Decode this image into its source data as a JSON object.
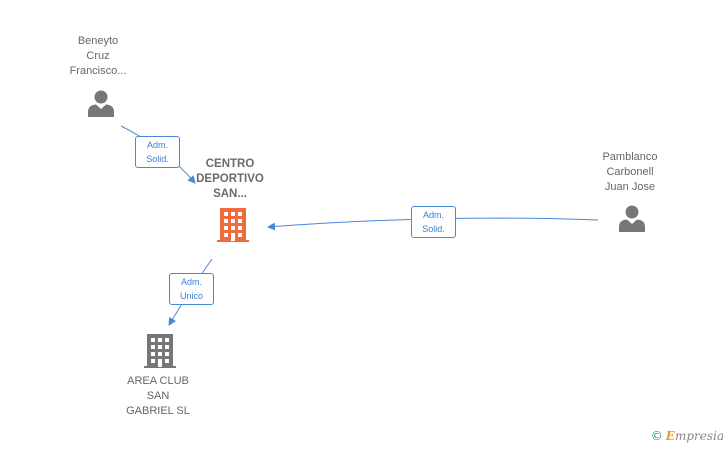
{
  "nodes": {
    "beneyto": {
      "lines": [
        "Beneyto",
        "Cruz",
        "Francisco..."
      ],
      "icon": "person-icon"
    },
    "centro": {
      "lines": [
        "CENTRO",
        "DEPORTIVO",
        "SAN..."
      ],
      "icon": "building-icon"
    },
    "pamblanco": {
      "lines": [
        "Pamblanco",
        "Carbonell",
        "Juan Jose"
      ],
      "icon": "person-icon"
    },
    "area": {
      "lines": [
        "AREA CLUB",
        "SAN",
        "GABRIEL  SL"
      ],
      "icon": "building-icon"
    }
  },
  "edges": {
    "beneyto_centro": [
      "Adm.",
      "Solid."
    ],
    "pamblanco_centro": [
      "Adm.",
      "Solid."
    ],
    "centro_area": [
      "Adm.",
      "Unico"
    ]
  },
  "colors": {
    "edge": "#4a88d6",
    "main_company": "#f06a3c",
    "other_company": "#777777",
    "person": "#777777"
  },
  "brand": {
    "copyright": "©",
    "name_initial": "E",
    "name_rest": "mpresia"
  }
}
